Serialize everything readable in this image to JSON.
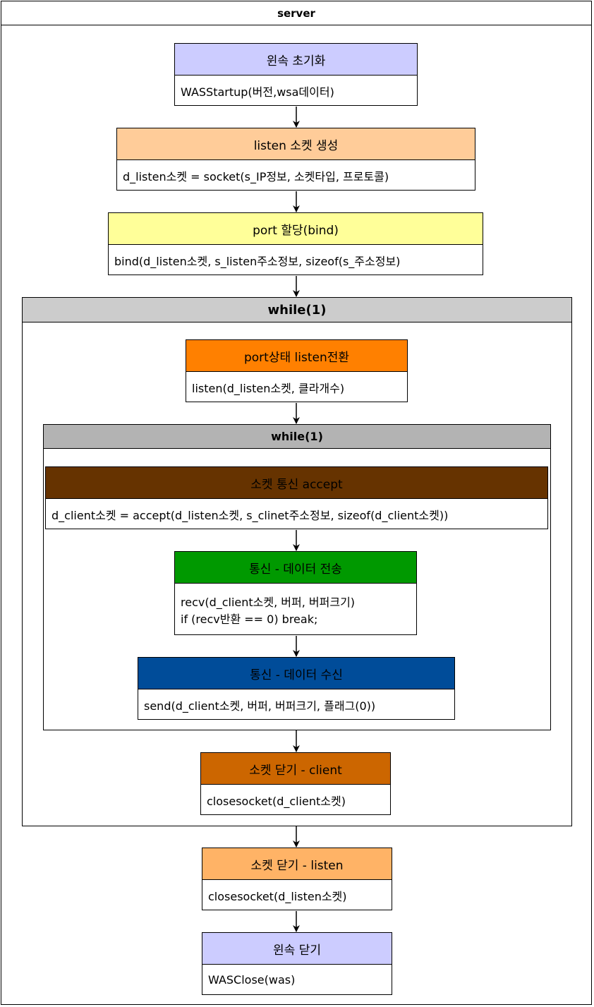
{
  "diagram": {
    "title": "server",
    "loops": {
      "outer": {
        "label": "while(1)"
      },
      "inner": {
        "label": "while(1)"
      }
    },
    "nodes": [
      {
        "id": "winsock-init",
        "title": "윈속 초기화",
        "lines": [
          "WASStartup(버전,wsa데이터)"
        ],
        "color": "#ccccff",
        "text_color": "#000000"
      },
      {
        "id": "listen-socket",
        "title": "listen 소켓 생성",
        "lines": [
          "d_listen소켓 = socket(s_IP정보, 소켓타입, 프로토콜)"
        ],
        "color": "#ffcc99",
        "text_color": "#000000"
      },
      {
        "id": "port-bind",
        "title": "port 할당(bind)",
        "lines": [
          "bind(d_listen소켓, s_listen주소정보, sizeof(s_주소정보)"
        ],
        "color": "#ffff99",
        "text_color": "#000000"
      },
      {
        "id": "port-listen",
        "title": "port상태 listen전환",
        "lines": [
          "listen(d_listen소켓, 클라개수)"
        ],
        "color": "#ff8000",
        "text_color": "#000000"
      },
      {
        "id": "accept",
        "title": "소켓 통신 accept",
        "lines": [
          "d_client소켓 = accept(d_listen소켓, s_clinet주소정보, sizeof(d_client소켓))"
        ],
        "color": "#663300",
        "text_color": "#000000"
      },
      {
        "id": "recv",
        "title": "통신 - 데이터 전송",
        "lines": [
          "recv(d_client소켓, 버퍼, 버퍼크기)",
          "if (recv반환 == 0) break;"
        ],
        "color": "#009900",
        "text_color": "#000000"
      },
      {
        "id": "send",
        "title": "통신 - 데이터 수신",
        "lines": [
          "send(d_client소켓, 버퍼, 버퍼크기, 플래그(0))"
        ],
        "color": "#004c99",
        "text_color": "#000000"
      },
      {
        "id": "close-client",
        "title": "소켓 닫기 - client",
        "lines": [
          "closesocket(d_client소켓)"
        ],
        "color": "#cc6600",
        "text_color": "#000000"
      },
      {
        "id": "close-listen",
        "title": "소켓 닫기 - listen",
        "lines": [
          "closesocket(d_listen소켓)"
        ],
        "color": "#ffb366",
        "text_color": "#000000"
      },
      {
        "id": "winsock-close",
        "title": "윈속 닫기",
        "lines": [
          "WASClose(was)"
        ],
        "color": "#ccccff",
        "text_color": "#000000"
      }
    ],
    "colors": {
      "outer_loop_header": "#cccccc",
      "inner_loop_header": "#b3b3b3"
    }
  }
}
